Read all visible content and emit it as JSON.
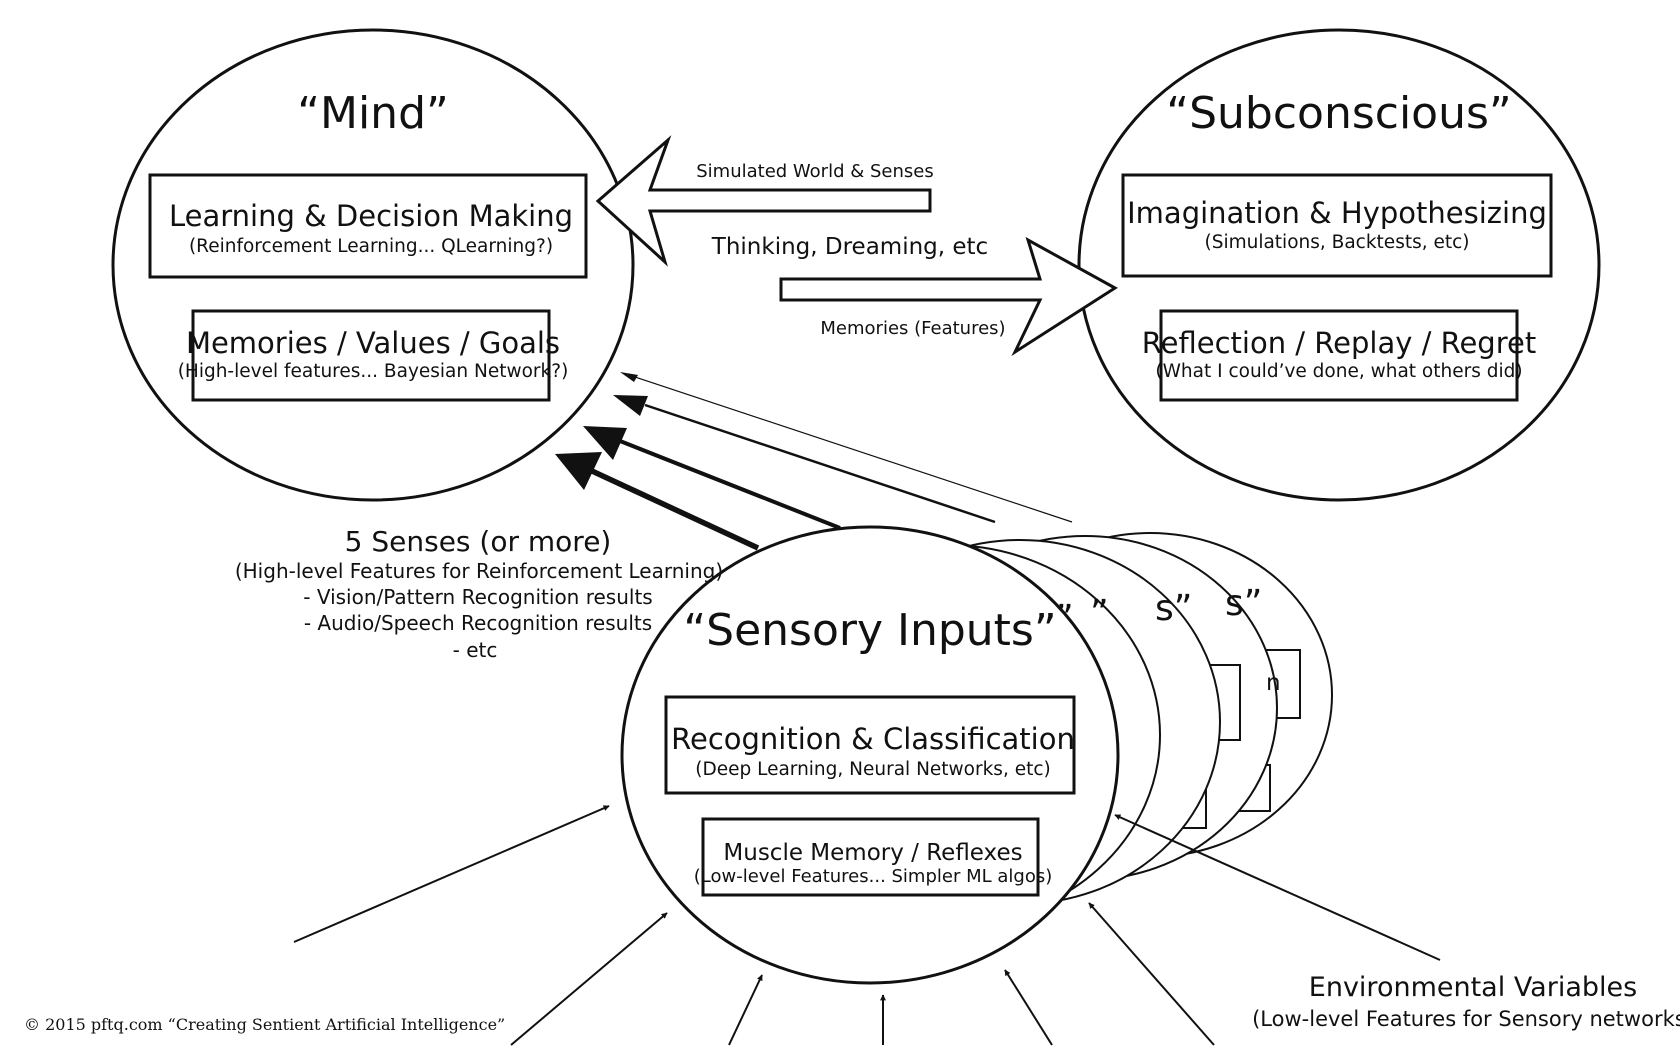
{
  "mind": {
    "title": "“Mind”",
    "box1": {
      "main": "Learning & Decision Making",
      "sub": "(Reinforcement Learning... QLearning?)"
    },
    "box2": {
      "main": "Memories / Values / Goals",
      "sub": "(High-level features... Bayesian Network?)"
    }
  },
  "subconscious": {
    "title": "“Subconscious”",
    "box1": {
      "main": "Imagination & Hypothesizing",
      "sub": "(Simulations, Backtests, etc)"
    },
    "box2": {
      "main": "Reflection / Replay / Regret",
      "sub": "(What I could’ve done, what others did)"
    }
  },
  "arrows": {
    "to_mind_label": "Simulated World & Senses",
    "middle_label": "Thinking, Dreaming, etc",
    "to_subconscious_label": "Memories (Features)"
  },
  "senses": {
    "main": "5 Senses (or more)",
    "lines": [
      "(High-level Features for Reinforcement Learning)",
      "- Vision/Pattern Recognition results",
      "- Audio/Speech Recognition results",
      "- etc"
    ]
  },
  "sensory": {
    "title": "“Sensory Inputs”",
    "box1": {
      "main": "Recognition & Classification",
      "sub": "(Deep Learning, Neural Networks, etc)"
    },
    "box2": {
      "main": "Muscle Memory / Reflexes",
      "sub": "(Low-level Features... Simpler ML algos)"
    },
    "back_fragments": [
      "”",
      "”",
      "s”",
      "s”",
      "n"
    ]
  },
  "environment": {
    "main": "Environmental Variables",
    "sub": "(Low-level Features for Sensory networks)"
  },
  "copyright": "© 2015 pftq.com “Creating Sentient Artificial Intelligence”"
}
